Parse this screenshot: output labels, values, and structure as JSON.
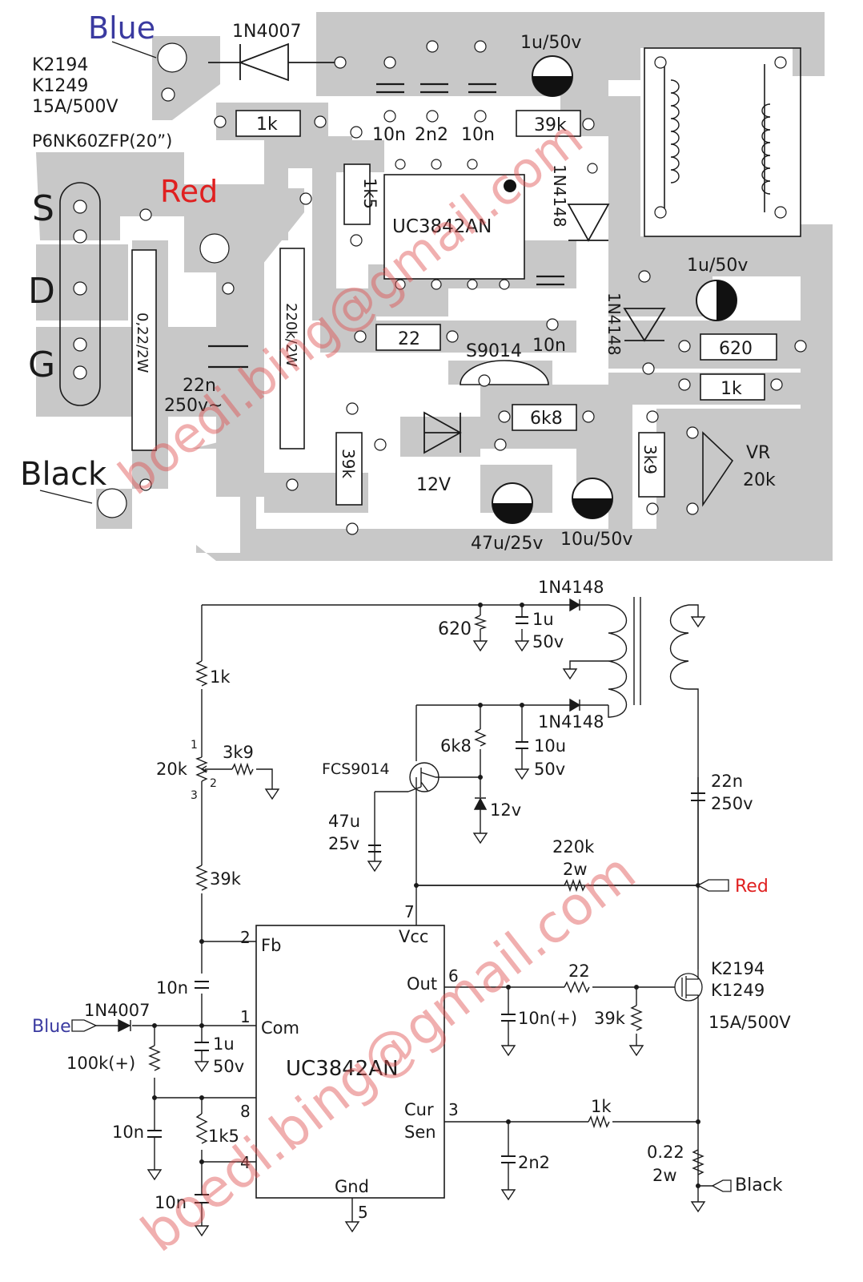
{
  "pcb": {
    "wire_blue": "Blue",
    "wire_red": "Red",
    "wire_black": "Black",
    "mosfet_lines": [
      "K2194",
      "K1249",
      "15A/500V",
      "P6NK60ZFP(20”)"
    ],
    "pins": {
      "s": "S",
      "d": "D",
      "g": "G"
    },
    "diode_main": "1N4007",
    "cap_1u_top": "1u/50v",
    "r_1k_top": "1k",
    "c_10n_a": "10n",
    "c_2n2": "2n2",
    "c_10n_b": "10n",
    "r_39k_top": "39k",
    "r_1k5": "1k5",
    "ic": "UC3842AN",
    "diode_1n4148_a": "1N4148",
    "diode_1n4148_b": "1N4148",
    "cap_1u_right": "1u/50v",
    "r_022": "0,22/2W",
    "r_220k": "220k/2W",
    "r_22": "22",
    "c_10n_c": "10n",
    "transistor": "S9014",
    "r_620": "620",
    "r_1k_right": "1k",
    "c_22n_a": "22n",
    "c_22n_b": "250v~",
    "r_6k8": "6k8",
    "r_39k_bottom": "39k",
    "zener": "12V",
    "r_3k9": "3k9",
    "vr": "VR",
    "vr_value": "20k",
    "cap_47u": "47u/25v",
    "cap_10u": "10u/50v"
  },
  "schematic": {
    "d_top": "1N4148",
    "r_620": "620",
    "c_1u_a": "1u",
    "c_1u_b": "50v",
    "d_mid": "1N4148",
    "r_1k_left": "1k",
    "pot_pin1": "1",
    "pot_value": "20k",
    "pot_pin2": "2",
    "pot_pin3": "3",
    "r_3k9": "3k9",
    "r_6k8": "6k8",
    "c_10u_a": "10u",
    "c_10u_b": "50v",
    "transistor": "FCS9014",
    "zener": "12v",
    "c_47u_a": "47u",
    "c_47u_b": "25v",
    "c_22n_a": "22n",
    "c_22n_b": "250v",
    "r_220k_a": "220k",
    "r_220k_b": "2w",
    "red": "Red",
    "r_39k_left": "39k",
    "pin7": "7",
    "vcc": "Vcc",
    "pin2": "2",
    "fb": "Fb",
    "pin6": "6",
    "out": "Out",
    "r_22": "22",
    "mosfet_a": "K2194",
    "mosfet_b": "K1249",
    "mosfet_c": "15A/500V",
    "c_10n_fb": "10n",
    "blue": "Blue",
    "d_1n4007": "1N4007",
    "pin1": "1",
    "com": "Com",
    "c_10n_plus": "10n(+)",
    "r_39k_gate": "39k",
    "r_100k": "100k(+)",
    "c_1u_com_a": "1u",
    "c_1u_com_b": "50v",
    "ic": "UC3842AN",
    "pin8": "8",
    "c_10n_8": "10n",
    "r_1k5": "1k5",
    "pin3": "3",
    "cur": "Cur",
    "sen": "Sen",
    "r_1k_cs": "1k",
    "c_2n2": "2n2",
    "r_shunt_a": "0.22",
    "r_shunt_b": "2w",
    "black": "Black",
    "pin4": "4",
    "c_10n_4": "10n",
    "gnd": "Gnd",
    "pin5": "5"
  },
  "watermark": "boedi.bing@gmail.com",
  "colors": {
    "trace": "#c8c8c8",
    "blue": "#3a3aa0",
    "red": "#e02020",
    "watermark": "#e05050"
  }
}
